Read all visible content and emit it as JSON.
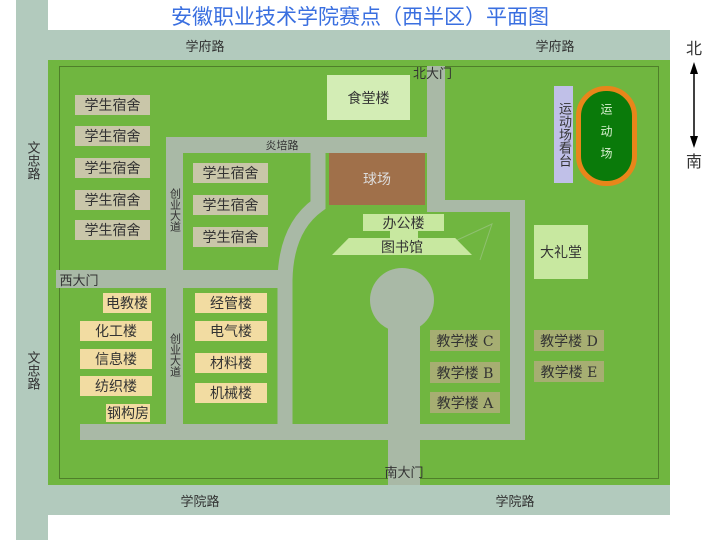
{
  "title": "安徽职业技术学院赛点（西半区）平面图",
  "roads": {
    "top_left": "学府路",
    "top_right": "学府路",
    "bottom_left": "学院路",
    "bottom_right": "学院路",
    "left_top": "文忠路",
    "left_bottom": "文忠路",
    "yanpei": "炎培路",
    "chuangye_top": "创业大道",
    "chuangye_bottom": "创业大道"
  },
  "gates": {
    "north": "北大门",
    "south": "南大门",
    "west": "西大门"
  },
  "compass": {
    "north": "北",
    "south": "南"
  },
  "dorms": [
    "学生宿舍",
    "学生宿舍",
    "学生宿舍",
    "学生宿舍",
    "学生宿舍",
    "学生宿舍",
    "学生宿舍",
    "学生宿舍"
  ],
  "buildings": {
    "canteen": "食堂楼",
    "court": "球场",
    "office": "办公楼",
    "library": "图书馆",
    "stand": "运动场看台",
    "field": "运动场",
    "auditorium": "大礼堂",
    "dianjiao": "电教楼",
    "huagong": "化工楼",
    "xinxi": "信息楼",
    "fangzhi": "纺织楼",
    "ganggou": "钢构房",
    "jingguan": "经管楼",
    "dianqi": "电气楼",
    "cailiao": "材料楼",
    "jixie": "机械楼",
    "teachC": "教学楼 C",
    "teachB": "教学楼 B",
    "teachA": "教学楼 A",
    "teachD": "教学楼 D",
    "teachE": "教学楼 E"
  },
  "colors": {
    "grass": "#70b640",
    "road": "#a9b9a6",
    "track": "#e8861a",
    "field": "#0a7a0a",
    "court": "#a0704a"
  }
}
